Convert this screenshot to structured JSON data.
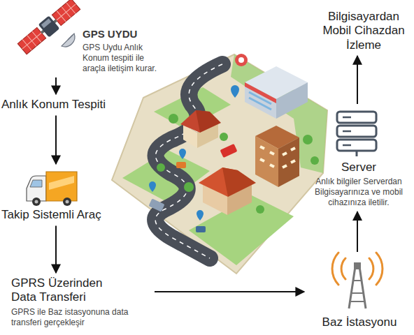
{
  "diagram": {
    "nodes": [
      {
        "text": [
          "GPS UYDU",
          "GPS Uydu Anlık Konum tespiti ile araçla iletişim kurar."
        ]
      },
      {
        "text": [
          "Anlık Konum Tespiti"
        ]
      },
      {
        "text": [
          "Takip Sistemli Araç"
        ]
      },
      {
        "text": [
          "GPRS Üzerinden Data Transferi",
          "GPRS ile Baz istasyonuna data transferi gerçekleşir"
        ]
      },
      {
        "text": [
          "Baz İstasyonu"
        ]
      },
      {
        "text": [
          "Server",
          "Anlık bilgiler Serverdan Bilgisayarınıza ve mobil cihazınıza iletilir."
        ]
      },
      {
        "text": [
          "Bilgisayardan Mobil Cihazdan İzleme"
        ]
      }
    ],
    "edges": [
      {
        "from": 0,
        "to": 1,
        "arrow": "to"
      },
      {
        "from": 1,
        "to": 2,
        "arrow": "to"
      },
      {
        "from": 2,
        "to": 3,
        "arrow": "to"
      },
      {
        "from": 3,
        "to": 4,
        "arrow": "to"
      },
      {
        "from": 4,
        "to": 5,
        "arrow": "to"
      },
      {
        "from": 5,
        "to": 6,
        "arrow": "to"
      }
    ]
  }
}
